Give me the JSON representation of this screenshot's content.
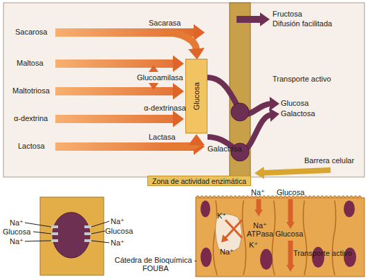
{
  "diagram": {
    "nodes": [
      {
        "text": [
          "Glucosa"
        ]
      },
      {
        "text": [
          "Zona de actividad enzimática"
        ]
      }
    ],
    "labels": [
      "Sacarosa",
      "Sacarasa",
      "Fructosa",
      "Difusión facilitada",
      "Maltosa",
      "Glucoamilasa",
      "Transporte activo",
      "Maltotriosa",
      "Glucosa",
      "Galactosa",
      "α-dextrinasa",
      "α-dextrina",
      "Lactasa",
      "Lactosa",
      "Galactosa",
      "Barrera celular",
      "Na⁺",
      "Glucosa",
      "Na⁺",
      "Na⁺",
      "Glucosa",
      "Na⁺",
      "Cátedra de Bioquímica - FOUBA",
      "Na⁺",
      "Glucosa",
      "K⁺",
      "Na⁺ ATPasa",
      "K⁺",
      "Na⁺",
      "Glucosa",
      "Transporte activo"
    ]
  }
}
